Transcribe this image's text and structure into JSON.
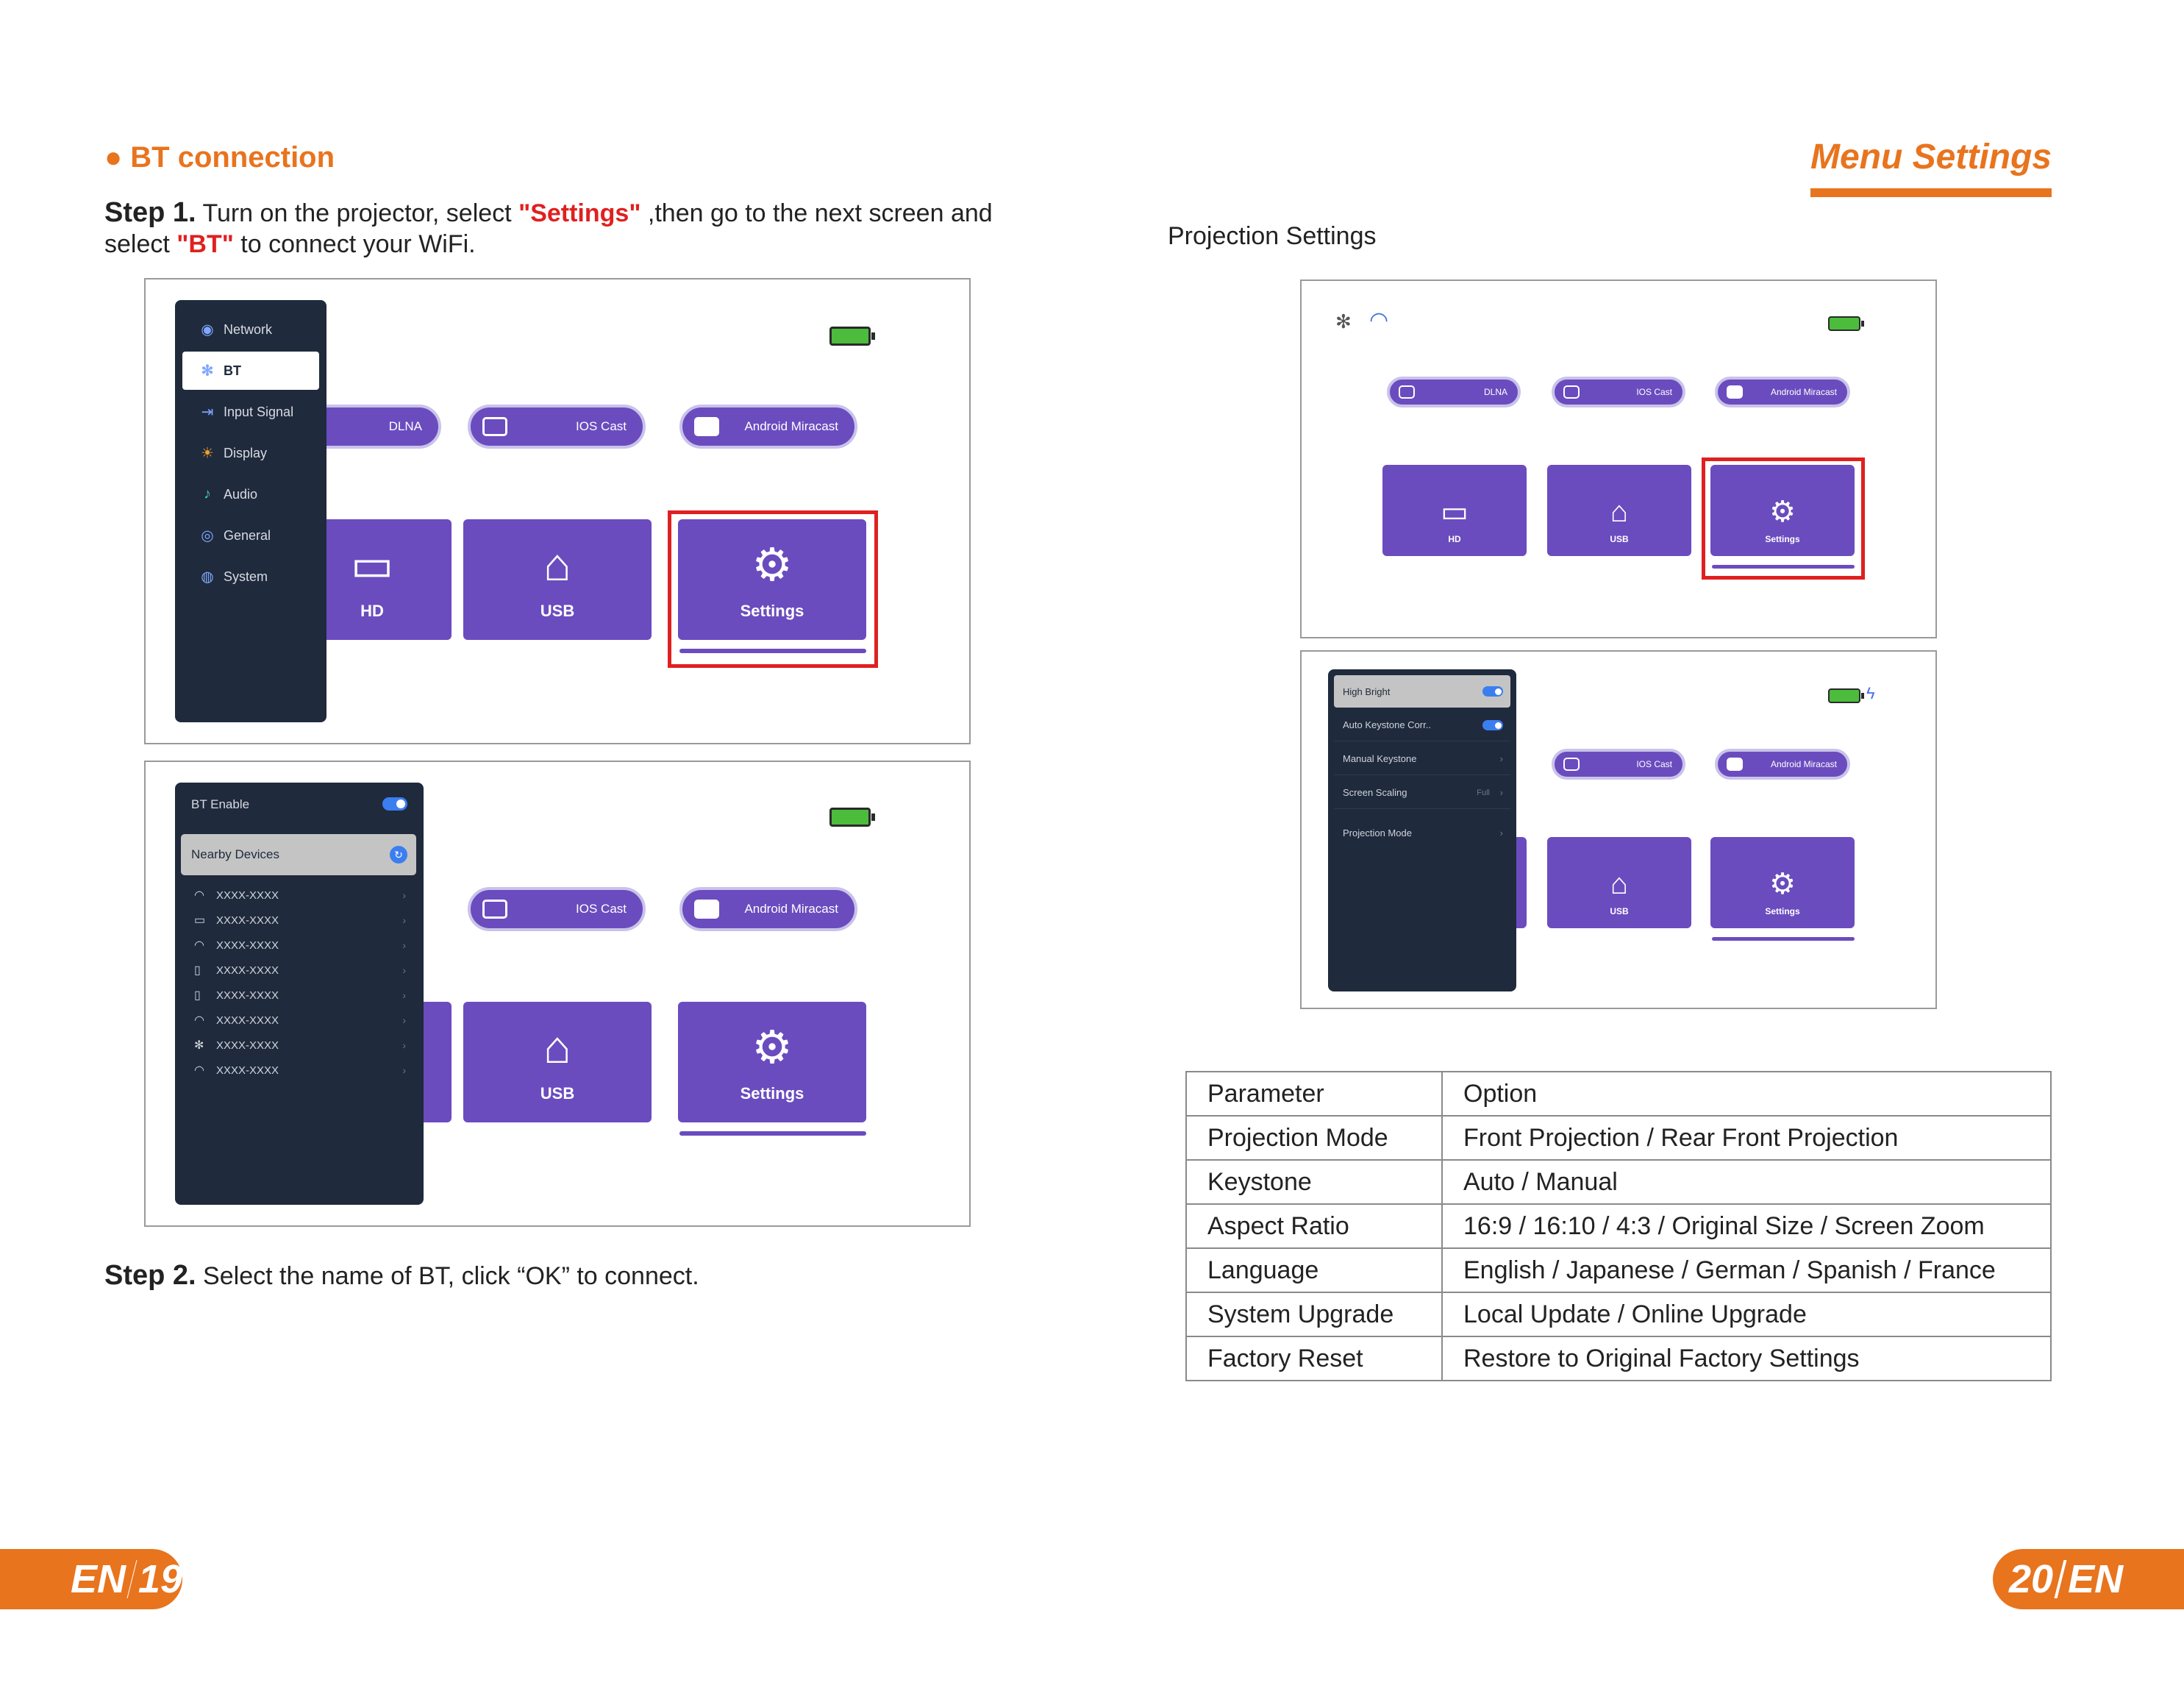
{
  "left_page": {
    "heading": "● BT connection",
    "step1": {
      "label": "Step 1.",
      "text_a": " Turn on the projector, select ",
      "highlight_settings": "\"Settings\"",
      "text_b": " ,then go to the next screen and",
      "text_c": "select ",
      "highlight_bt": "\"BT\"",
      "text_d": " to connect your WiFi."
    },
    "step2": {
      "label": "Step 2.",
      "text": "  Select the name of BT, click “OK” to connect."
    },
    "screen1": {
      "menu_items": [
        {
          "label": "Network",
          "icon": "globe-icon"
        },
        {
          "label": "BT",
          "icon": "bluetooth-icon"
        },
        {
          "label": "Input Signal",
          "icon": "input-icon"
        },
        {
          "label": "Display",
          "icon": "brightness-icon"
        },
        {
          "label": "Audio",
          "icon": "audio-icon"
        },
        {
          "label": "General",
          "icon": "general-icon"
        },
        {
          "label": "System",
          "icon": "system-icon"
        }
      ],
      "pills": [
        "DLNA",
        "IOS Cast",
        "Android Miracast"
      ],
      "tiles": [
        "HD",
        "USB",
        "Settings"
      ]
    },
    "screen2": {
      "bt_enable_label": "BT Enable",
      "nearby_label": "Nearby Devices",
      "devices": [
        {
          "name": "XXXX-XXXX",
          "icon": "headphone-icon"
        },
        {
          "name": "XXXX-XXXX",
          "icon": "laptop-icon"
        },
        {
          "name": "XXXX-XXXX",
          "icon": "headphone-icon"
        },
        {
          "name": "XXXX-XXXX",
          "icon": "phone-icon"
        },
        {
          "name": "XXXX-XXXX",
          "icon": "phone-icon"
        },
        {
          "name": "XXXX-XXXX",
          "icon": "headphone-icon"
        },
        {
          "name": "XXXX-XXXX",
          "icon": "bluetooth-icon"
        },
        {
          "name": "XXXX-XXXX",
          "icon": "headphone-icon"
        }
      ],
      "pills": [
        "IOS Cast",
        "Android Miracast"
      ],
      "tiles": [
        "USB",
        "Settings"
      ]
    },
    "page_number": {
      "lang": "EN",
      "num": "19"
    }
  },
  "right_page": {
    "title": "Menu Settings",
    "projection_label": "Projection Settings",
    "screen3": {
      "pills": [
        "DLNA",
        "IOS Cast",
        "Android Miracast"
      ],
      "tiles": [
        "HD",
        "USB",
        "Settings"
      ]
    },
    "screen4": {
      "settings_items": [
        {
          "label": "High Bright",
          "control": "toggle"
        },
        {
          "label": "Auto Keystone Corr..",
          "control": "toggle"
        },
        {
          "label": "Manual Keystone",
          "control": "chevron"
        },
        {
          "label": "Screen Scaling",
          "value": "Full",
          "control": "chevron"
        },
        {
          "label": "Projection Mode",
          "control": "chevron"
        }
      ],
      "pills": [
        "IOS Cast",
        "Android Miracast"
      ],
      "tiles": [
        "USB",
        "Settings"
      ]
    },
    "table": {
      "headers": [
        "Parameter",
        "Option"
      ],
      "rows": [
        [
          "Projection Mode",
          "Front Projection / Rear Front Projection"
        ],
        [
          "Keystone",
          "Auto / Manual"
        ],
        [
          "Aspect Ratio",
          "16:9 / 16:10 / 4:3 / Original Size / Screen Zoom"
        ],
        [
          "Language",
          "English / Japanese / German / Spanish / France"
        ],
        [
          "System Upgrade",
          "Local Update / Online Upgrade"
        ],
        [
          "Factory Reset",
          "Restore to Original Factory Settings"
        ]
      ]
    },
    "page_number": {
      "num": "20",
      "lang": "EN"
    }
  },
  "colors": {
    "accent": "#e8741e",
    "highlight": "#e02020",
    "tile": "#6a4cbf",
    "panel": "#1f2a3c",
    "battery": "#4cbc3c"
  }
}
